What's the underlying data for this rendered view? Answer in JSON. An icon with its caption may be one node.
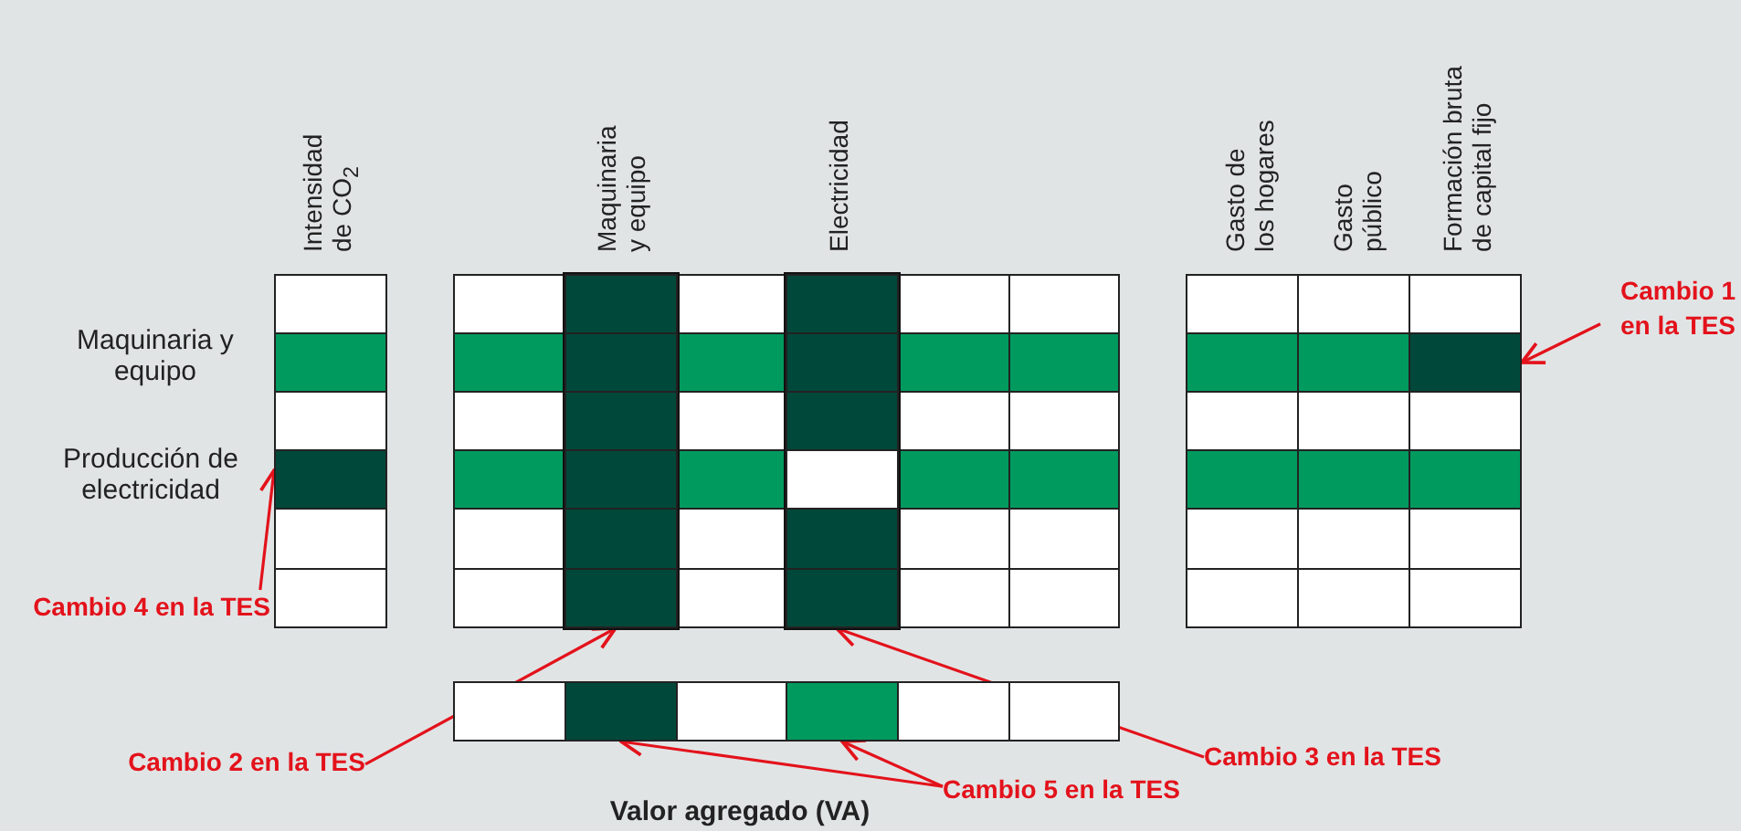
{
  "diagram": {
    "nodes": [
      {
        "text": [
          "Cambio 1 en la TES"
        ]
      },
      {
        "text": [],
        "shape": "box"
      },
      {
        "text": [],
        "shape": "box"
      },
      {
        "text": [
          "Cambio 4 en la TES"
        ]
      },
      {
        "text": [],
        "shape": "bar"
      },
      {
        "text": [],
        "shape": "bar"
      },
      {
        "text": [],
        "shape": "box"
      },
      {
        "text": [],
        "shape": "box"
      },
      {
        "text": [
          "Cambio 2 en la TES"
        ]
      },
      {
        "text": [
          "Cambio 3 en la TES"
        ]
      },
      {
        "text": [
          "Cambio 5 en la TES"
        ]
      }
    ],
    "edges": [
      {
        "from": 0,
        "to": 1,
        "arrow": "to"
      },
      {
        "from": 3,
        "to": 2,
        "arrow": "to"
      },
      {
        "from": 8,
        "to": 4,
        "arrow": "to"
      },
      {
        "from": 9,
        "to": 5,
        "arrow": "to"
      },
      {
        "from": 10,
        "to": 6,
        "arrow": "to"
      },
      {
        "from": 10,
        "to": 7,
        "arrow": "to"
      }
    ],
    "labels": [
      "Intensidad de CO$_{2}$",
      "Maquinaria y equipo",
      "Electricidad",
      "Gasto de los hogares",
      "Gasto público",
      "Formación bruta de capital fijo",
      "Maquinaria y equipo",
      "Producción de electricidad",
      "Valor agregado (VA)"
    ]
  }
}
